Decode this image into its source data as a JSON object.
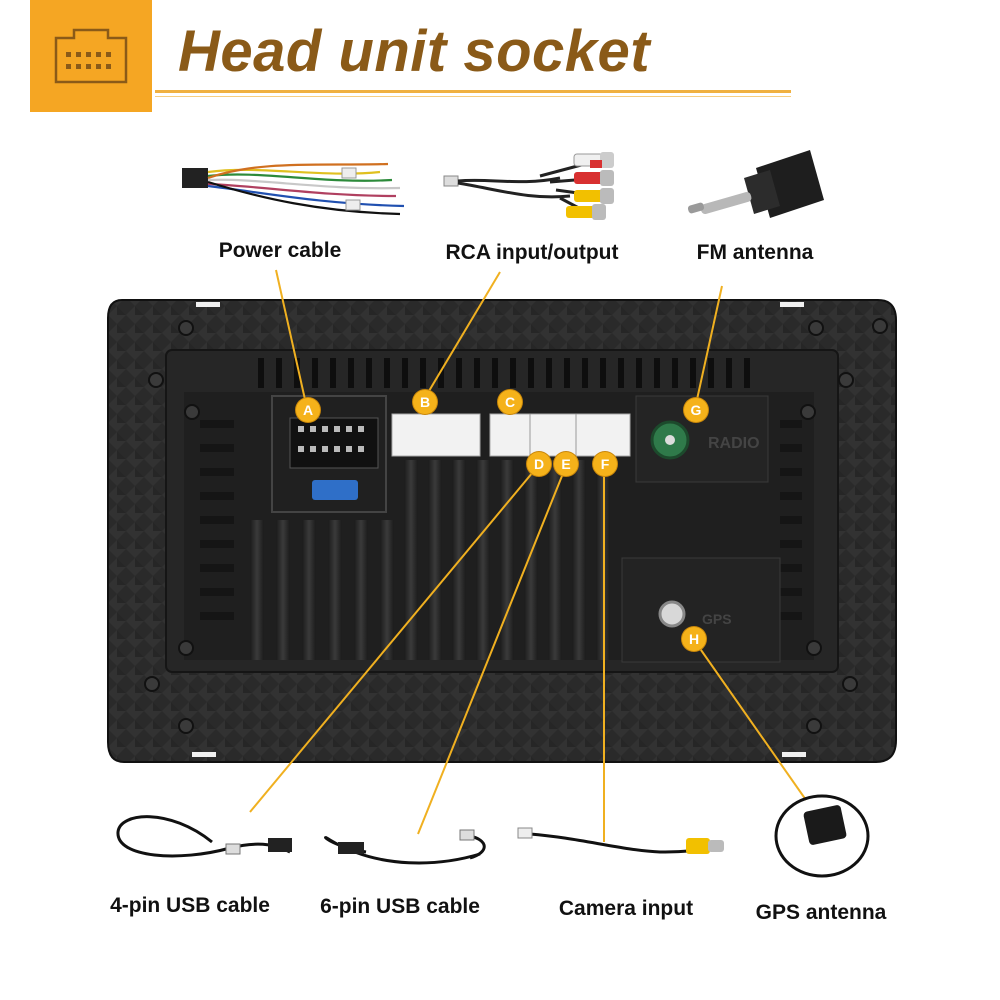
{
  "header": {
    "title": "Head unit socket",
    "icon": "connector-icon",
    "accent_color": "#f5a623",
    "title_color": "#8a5a18"
  },
  "labels": {
    "power_cable": "Power cable",
    "rca": "RCA input/output",
    "fm_antenna": "FM antenna",
    "usb4": "4-pin USB cable",
    "usb6": "6-pin USB cable",
    "camera": "Camera input",
    "gps_antenna": "GPS antenna"
  },
  "markers": {
    "a": "A",
    "b": "B",
    "c": "C",
    "d": "D",
    "e": "E",
    "f": "F",
    "g": "G",
    "h": "H"
  },
  "unit_print": {
    "radio": "RADIO",
    "gps": "GPS"
  },
  "marker_color": "#f5b21a"
}
